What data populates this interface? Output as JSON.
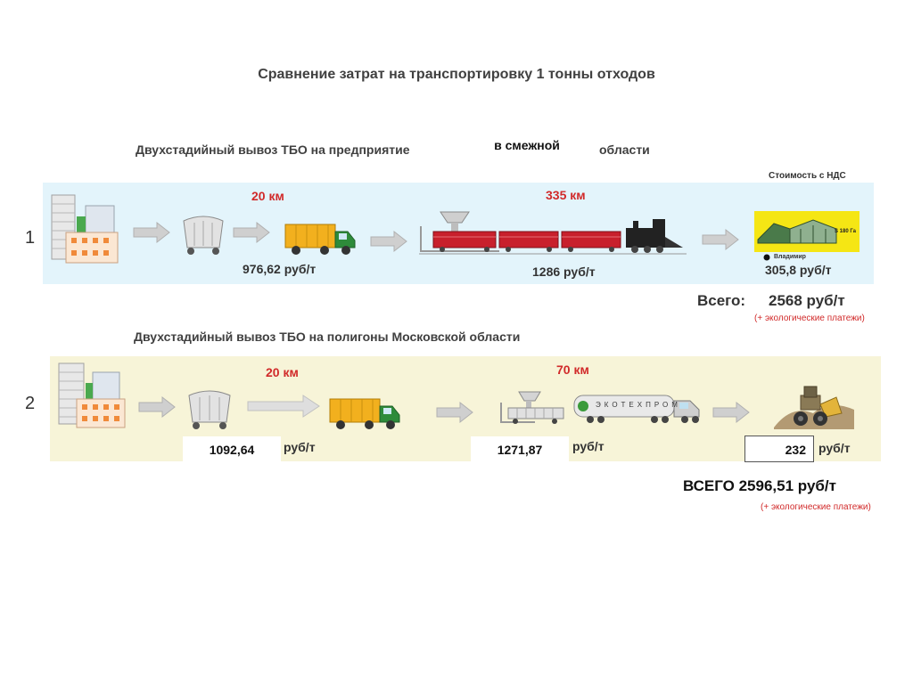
{
  "title": "Сравнение затрат на транспортировку 1 тонны отходов",
  "colors": {
    "km": "#d12a2a",
    "band1": "#e3f4fb",
    "band2": "#f7f4d8",
    "truck": "#f2b01e",
    "wagon": "#c8202c",
    "site": "#f5e614"
  },
  "scheme1": {
    "number": "1",
    "heading": "Двухстадийный вывоз ТБО на предприятие",
    "heading_insert": "в смежной",
    "heading_end": "области",
    "vat_note": "Стоимость с НДС",
    "leg1_km": "20 км",
    "leg1_price": "976,62 руб/т",
    "leg2_km": "335 км",
    "leg2_price": "1286 руб/т",
    "site_sign": "S 180 Га",
    "site_city": "Владимир",
    "site_price": "305,8 руб/т",
    "total_label": "Всего:",
    "total_value": "2568 руб/т",
    "eco": "(+ экологические платежи)",
    "icons": [
      "buildings-icon",
      "arrow-right-icon",
      "garbage-container-icon",
      "arrow-right-icon",
      "garbage-truck-icon",
      "arrow-right-icon",
      "freight-train-icon",
      "arrow-right-icon",
      "processing-plant-icon"
    ]
  },
  "scheme2": {
    "number": "2",
    "heading": "Двухстадийный вывоз ТБО на полигоны Московской области",
    "leg1_km": "20 км",
    "leg2_km": "70 км",
    "truck_text": "ЭКОТЕХПРОМ",
    "box1_value": "1092,64",
    "box1_unit": "руб/т",
    "box2_value": "1271,87",
    "box2_unit": "руб/т",
    "box3_value": "232",
    "box3_unit": "руб/т",
    "grand_total": "ВСЕГО 2596,51 руб/т",
    "eco": "(+ экологические платежи)",
    "icons": [
      "buildings-icon",
      "arrow-right-icon",
      "garbage-container-icon",
      "arrow-right-icon",
      "garbage-truck-icon",
      "arrow-right-icon",
      "transfer-station-icon",
      "semi-truck-icon",
      "arrow-right-icon",
      "bulldozer-landfill-icon"
    ]
  }
}
